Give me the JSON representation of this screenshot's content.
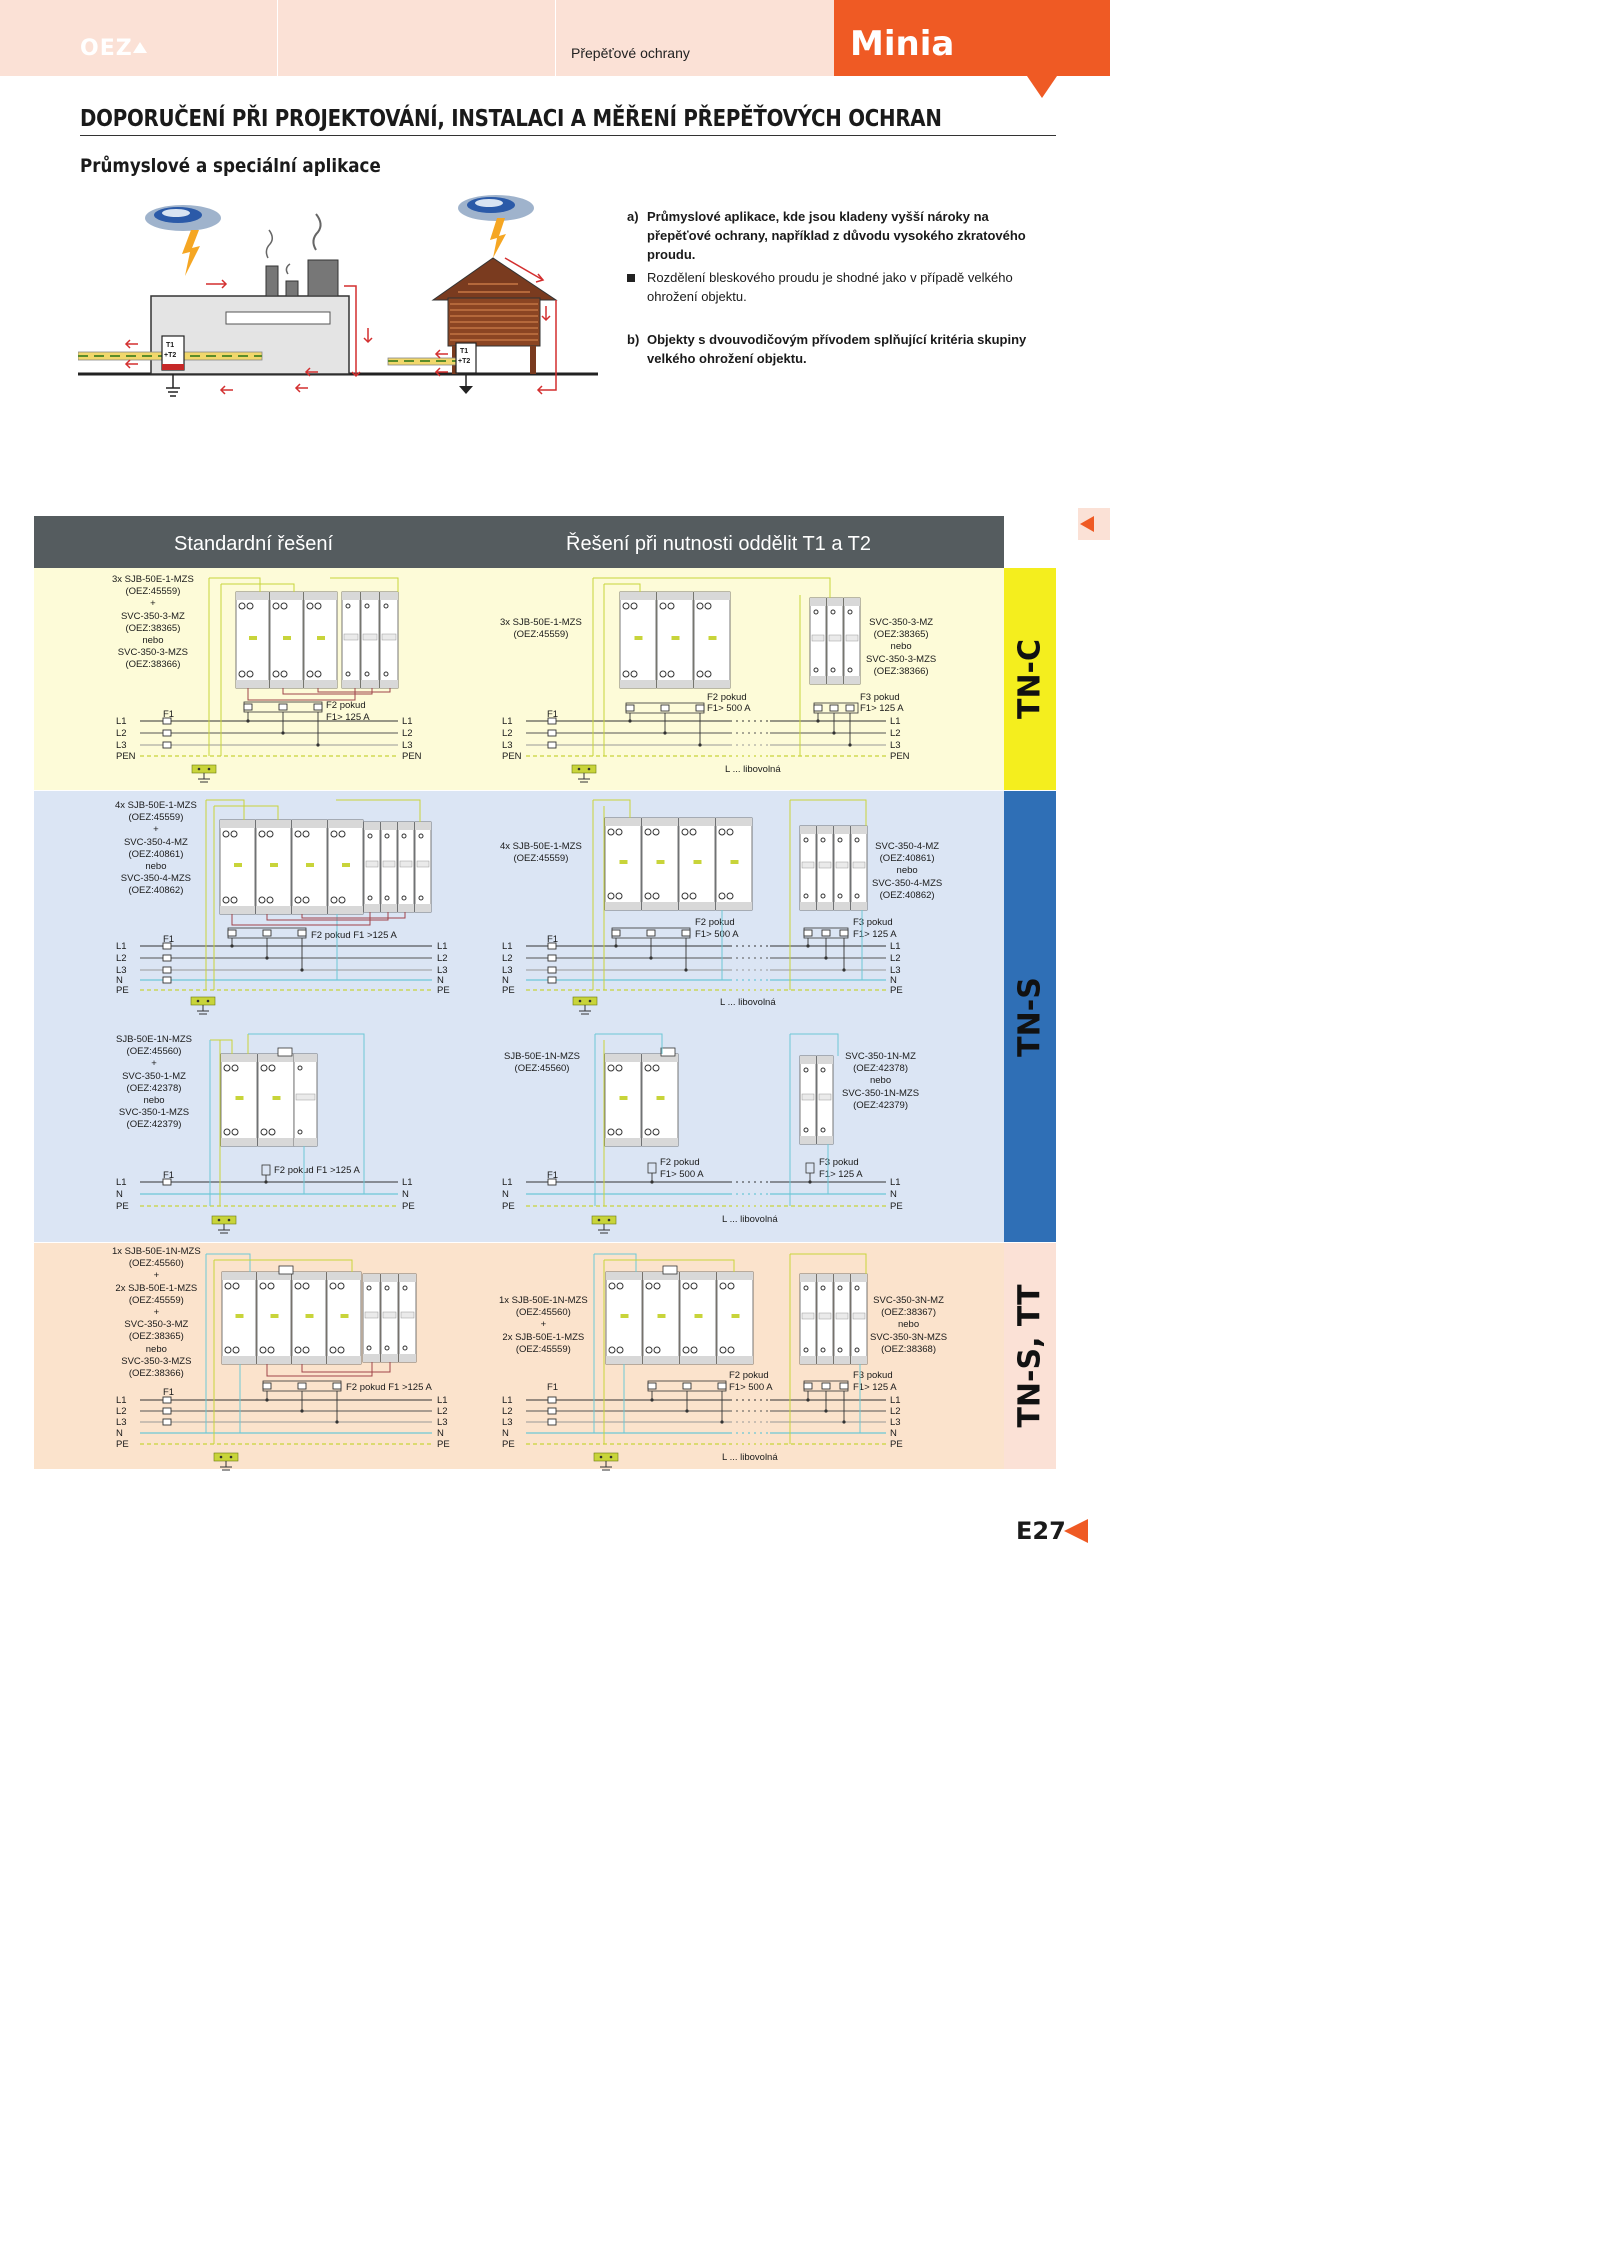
{
  "header": {
    "logo": "OEZ",
    "category": "Přepěťové ochrany",
    "brand": "Minia"
  },
  "title": "DOPORUČENÍ PŘI PROJEKTOVÁNÍ, INSTALACI A MĚŘENÍ PŘEPĚŤOVÝCH OCHRAN",
  "subtitle": "Průmyslové a speciální aplikace",
  "illustration": {
    "spd_label_1": "T1",
    "spd_label_2": "+T2"
  },
  "notes": [
    {
      "marker": "a)",
      "text": "Průmyslové aplikace, kde jsou kladeny vyšší nároky na přepěťové ochrany, například z důvodu vysokého zkratového proudu."
    },
    {
      "marker": "■",
      "text": "Rozdělení bleskového proudu je shodné jako v případě velkého ohrožení objektu."
    },
    {
      "marker": "b)",
      "text": "Objekty s dvouvodičovým přívodem splňující kritéria skupiny velkého ohrožení objektu."
    }
  ],
  "table": {
    "col_standard": "Standardní řešení",
    "col_separate": "Řešení při nutnosti oddělit T1 a T2"
  },
  "rows": {
    "tnc": {
      "tab": "TN-C",
      "std": {
        "label": [
          "3x SJB-50E-1-MZS",
          "(OEZ:45559)",
          "+",
          "SVC-350-3-MZ",
          "(OEZ:38365)",
          "nebo",
          "SVC-350-3-MZS",
          "(OEZ:38366)"
        ],
        "fuse1": "F1",
        "fuse2": [
          "F2 pokud",
          "F1> 125 A"
        ],
        "lines_left": [
          "L1",
          "L2",
          "L3",
          "PEN"
        ],
        "lines_right": [
          "L1",
          "L2",
          "L3",
          "PEN"
        ]
      },
      "sep": {
        "label_t1": [
          "3x SJB-50E-1-MZS",
          "(OEZ:45559)"
        ],
        "label_t2": [
          "SVC-350-3-MZ",
          "(OEZ:38365)",
          "nebo",
          "SVC-350-3-MZS",
          "(OEZ:38366)"
        ],
        "fuse1": "F1",
        "fuse2": [
          "F2 pokud",
          "F1> 500 A"
        ],
        "fuse3": [
          "F3 pokud",
          "F1> 125 A"
        ],
        "lines_left": [
          "L1",
          "L2",
          "L3",
          "PEN"
        ],
        "lines_right": [
          "L1",
          "L2",
          "L3",
          "PEN"
        ],
        "any_length": "L ... libovolná"
      }
    },
    "tns4": {
      "std": {
        "label": [
          "4x SJB-50E-1-MZS",
          "(OEZ:45559)",
          "+",
          "SVC-350-4-MZ",
          "(OEZ:40861)",
          "nebo",
          "SVC-350-4-MZS",
          "(OEZ:40862)"
        ],
        "fuse1": "F1",
        "fuse2": "F2 pokud F1 >125 A",
        "lines_left": [
          "L1",
          "L2",
          "L3",
          "N",
          "PE"
        ],
        "lines_right": [
          "L1",
          "L2",
          "L3",
          "N",
          "PE"
        ]
      },
      "sep": {
        "label_t1": [
          "4x SJB-50E-1-MZS",
          "(OEZ:45559)"
        ],
        "label_t2": [
          "SVC-350-4-MZ",
          "(OEZ:40861)",
          "nebo",
          "SVC-350-4-MZS",
          "(OEZ:40862)"
        ],
        "fuse1": "F1",
        "fuse2": [
          "F2 pokud",
          "F1> 500 A"
        ],
        "fuse3": [
          "F3 pokud",
          "F1> 125 A"
        ],
        "lines_left": [
          "L1",
          "L2",
          "L3",
          "N",
          "PE"
        ],
        "lines_right": [
          "L1",
          "L2",
          "L3",
          "N",
          "PE"
        ],
        "any_length": "L ... libovolná"
      }
    },
    "tns1": {
      "tab": "TN-S",
      "std": {
        "label": [
          "SJB-50E-1N-MZS",
          "(OEZ:45560)",
          "+",
          "SVC-350-1-MZ",
          "(OEZ:42378)",
          "nebo",
          "SVC-350-1-MZS",
          "(OEZ:42379)"
        ],
        "fuse1": "F1",
        "fuse2": "F2 pokud F1 >125 A",
        "lines_left": [
          "L1",
          "N",
          "PE"
        ],
        "lines_right": [
          "L1",
          "N",
          "PE"
        ]
      },
      "sep": {
        "label_t1": [
          "SJB-50E-1N-MZS",
          "(OEZ:45560)"
        ],
        "label_t2": [
          "SVC-350-1N-MZ",
          "(OEZ:42378)",
          "nebo",
          "SVC-350-1N-MZS",
          "(OEZ:42379)"
        ],
        "fuse1": "F1",
        "fuse2": [
          "F2 pokud",
          "F1> 500 A"
        ],
        "fuse3": [
          "F3 pokud",
          "F1> 125 A"
        ],
        "lines_left": [
          "L1",
          "N",
          "PE"
        ],
        "lines_right": [
          "L1",
          "N",
          "PE"
        ],
        "any_length": "L ... libovolná"
      }
    },
    "tntt": {
      "tab": "TN-S, TT",
      "std": {
        "label": [
          "1x SJB-50E-1N-MZS",
          "(OEZ:45560)",
          "+",
          "2x SJB-50E-1-MZS",
          "(OEZ:45559)",
          "+",
          "SVC-350-3-MZ",
          "(OEZ:38365)",
          "nebo",
          "SVC-350-3-MZS",
          "(OEZ:38366)"
        ],
        "fuse1": "F1",
        "fuse2": "F2 pokud F1 >125 A",
        "lines_left": [
          "L1",
          "L2",
          "L3",
          "N",
          "PE"
        ],
        "lines_right": [
          "L1",
          "L2",
          "L3",
          "N",
          "PE"
        ]
      },
      "sep": {
        "label_t1": [
          "1x SJB-50E-1N-MZS",
          "(OEZ:45560)",
          "+",
          "2x SJB-50E-1-MZS",
          "(OEZ:45559)"
        ],
        "label_t2": [
          "SVC-350-3N-MZ",
          "(OEZ:38367)",
          "nebo",
          "SVC-350-3N-MZS",
          "(OEZ:38368)"
        ],
        "fuse1": "F1",
        "fuse2": [
          "F2 pokud",
          "F1> 500 A"
        ],
        "fuse3": [
          "F3 pokud",
          "F1> 125 A"
        ],
        "lines_left": [
          "L1",
          "L2",
          "L3",
          "N",
          "PE"
        ],
        "lines_right": [
          "L1",
          "L2",
          "L3",
          "N",
          "PE"
        ],
        "any_length": "L ... libovolná"
      }
    }
  },
  "footer": {
    "page": "E27"
  },
  "colors": {
    "accent": "#ef5a24",
    "header_band": "#fbe1d6",
    "table_header": "#555c5f",
    "row_tnc_bg": "#fdfbd8",
    "row_tnc_tab": "#f4ee1e",
    "row_tns_bg": "#dbe5f4",
    "row_tns_tab": "#2f6fb6",
    "row_tntt_bg": "#fbe3cc",
    "row_tntt_tab": "#fbe1d6",
    "pe_wire": "#c8d43a",
    "n_wire": "#6cc8d6",
    "link_wire": "#a0444a"
  }
}
